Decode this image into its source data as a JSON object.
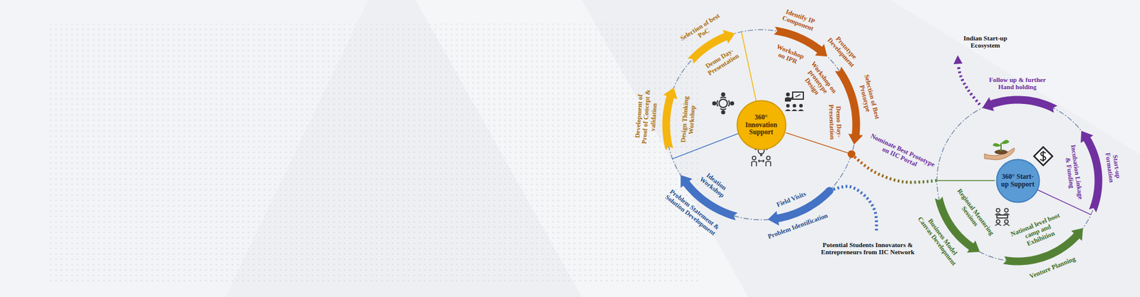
{
  "diagram": {
    "nodes": [
      {
        "text": [
          "360° Innovation Support"
        ]
      },
      {
        "text": [
          "360° Start-up Support"
        ]
      }
    ],
    "edges": [
      {
        "from": 0,
        "to": 1,
        "arrow": "none",
        "label": "Nominate Best Prototype on IIC Portal"
      }
    ],
    "labels": [
      "Selection of best PoC",
      "Demo Day-Presentation",
      "Identify IP Component",
      "Workshop on IPR",
      "Prototype Development",
      "Workshop on prototype Design",
      "Demo Day-Presentation",
      "Selection of Best Prototype",
      "Development of Proof of Concept & validation",
      "Design Thinking Workshop",
      "Ideation Workshop",
      "Problem Statement & Solution Development",
      "Field Visits",
      "Problem Identification",
      "Potential Students Innovators & Entrepreneurs from IIC Network",
      "Indian Start-up Ecosystem",
      "Follow up & further Hand holding",
      "Start-up Formation",
      "Incubation Linkage & Funding",
      "Regional Mentoring Sessions",
      "Business Model Canvas Development",
      "National level boot camp and Exhibition",
      "Venture Planning"
    ]
  }
}
